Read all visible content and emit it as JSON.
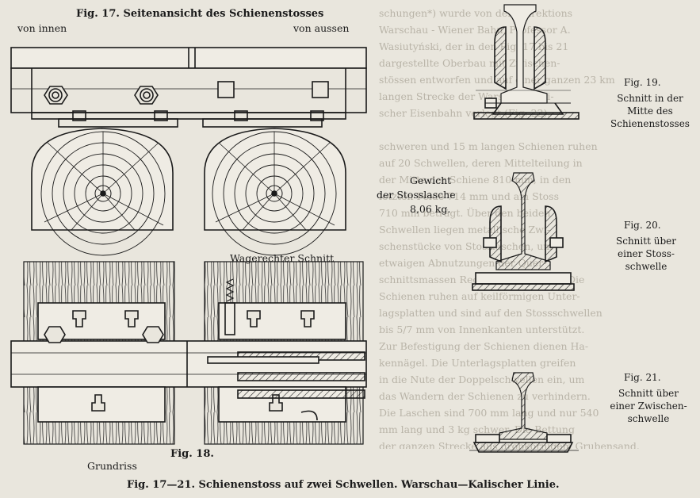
{
  "fig17": {
    "title": "Fig. 17.  Seitenansicht des Schienenstosses",
    "left_label": "von innen",
    "right_label": "von aussen"
  },
  "weight": {
    "line1": "Gewicht",
    "line2": "der  Stosslasche",
    "line3": "8,06 kg."
  },
  "fig19": {
    "num": "Fig. 19.",
    "caption": [
      "Schnitt in der",
      "Mitte des",
      "Schienenstosses"
    ]
  },
  "fig20": {
    "num": "Fig. 20.",
    "caption": [
      "Schnitt über",
      "einer Stoss-",
      "schwelle"
    ]
  },
  "fig21": {
    "num": "Fig. 21.",
    "caption": [
      "Schnitt über",
      "einer Zwischen-",
      "schwelle"
    ]
  },
  "fig18": {
    "label_left": "Grundriss",
    "num": "Fig. 18.",
    "label_right": "Wagerechter Schnitt"
  },
  "main_caption": "Fig. 17—21.  Schienenstoss auf zwei Schwellen.  Warschau—Kalischer Linie.",
  "bleed_text": [
    "schungen*) wurde von dem Direktions",
    "Warschau - Wiener Bahn, Professor A.",
    "Wasiutyński, der in den Fig. 17 bis 21",
    "dargestellte Oberbau mit Zwischen-",
    "stössen entworfen und auf einer ganzen 23 km",
    "langen Strecke der Warschau-Kali-",
    "scher Eisenbahn verlegt (Fig. 22).",
    "",
    "schweren und 15 m langen Schienen ruhen",
    "auf 20 Schwellen, deren Mittelteilung in",
    "der Mitte der Schiene 810 mm, in den",
    "letzten Felde 714 mm und am Stoss",
    "710 mm beträgt. Über den beiden",
    "Schwellen liegen metallische Zwi-",
    "schenstücke von Stosslaschen, um",
    "etwaigen Abnutzungen der Quer-",
    "schnittsmassen Rechnung zu tragen. Die",
    "Schienen ruhen auf keilförmigen Unter-",
    "lagsplatten und sind auf den Stossschwellen",
    "bis 5/7 mm von Innenkanten unterstützt.",
    "Zur Befestigung der Schienen dienen Ha-",
    "kennägel. Die Unterlagsplatten greifen",
    "in die Nute der Doppelschwellen ein, um",
    "das Wandern der Schienen zu verhindern.",
    "Die Laschen sind 700 mm lang und nur 540",
    "mm lang und 3 kg schwer. Die Bettung",
    "der ganzen Strecke aus grobkörnigem Grubensand."
  ]
}
